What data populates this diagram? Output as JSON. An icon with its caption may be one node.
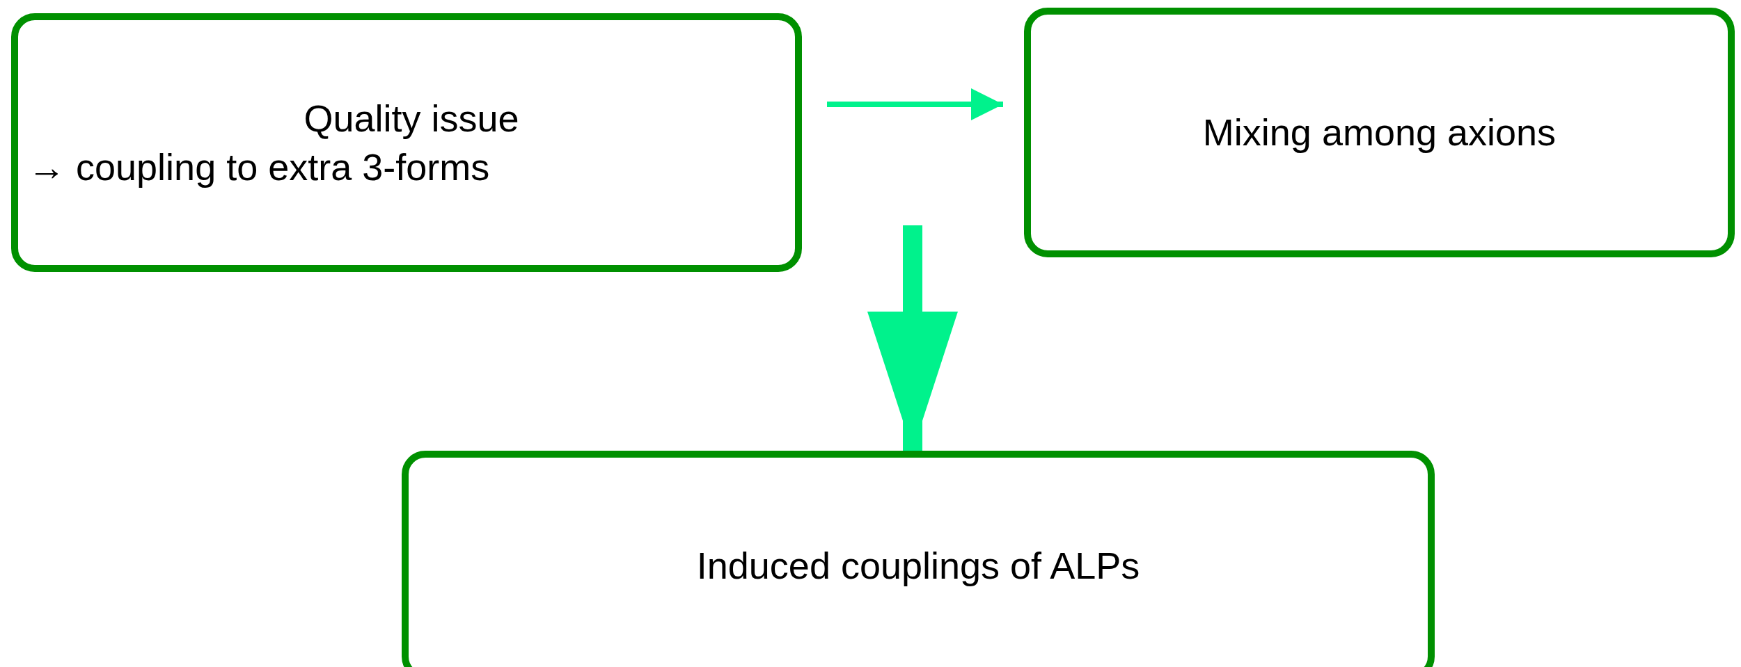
{
  "diagram": {
    "nodes": [
      {
        "text": [
          "Quality issue",
          "→ coupling to extra 3-forms"
        ]
      },
      {
        "text": [
          "Mixing among axions"
        ]
      },
      {
        "text": [
          "Induced couplings of ALPs"
        ]
      }
    ],
    "edges": [
      {
        "from": 0,
        "to": 1,
        "arrow": "to"
      },
      {
        "from": null,
        "to": 2,
        "arrow": "to",
        "style": "thick"
      }
    ]
  }
}
